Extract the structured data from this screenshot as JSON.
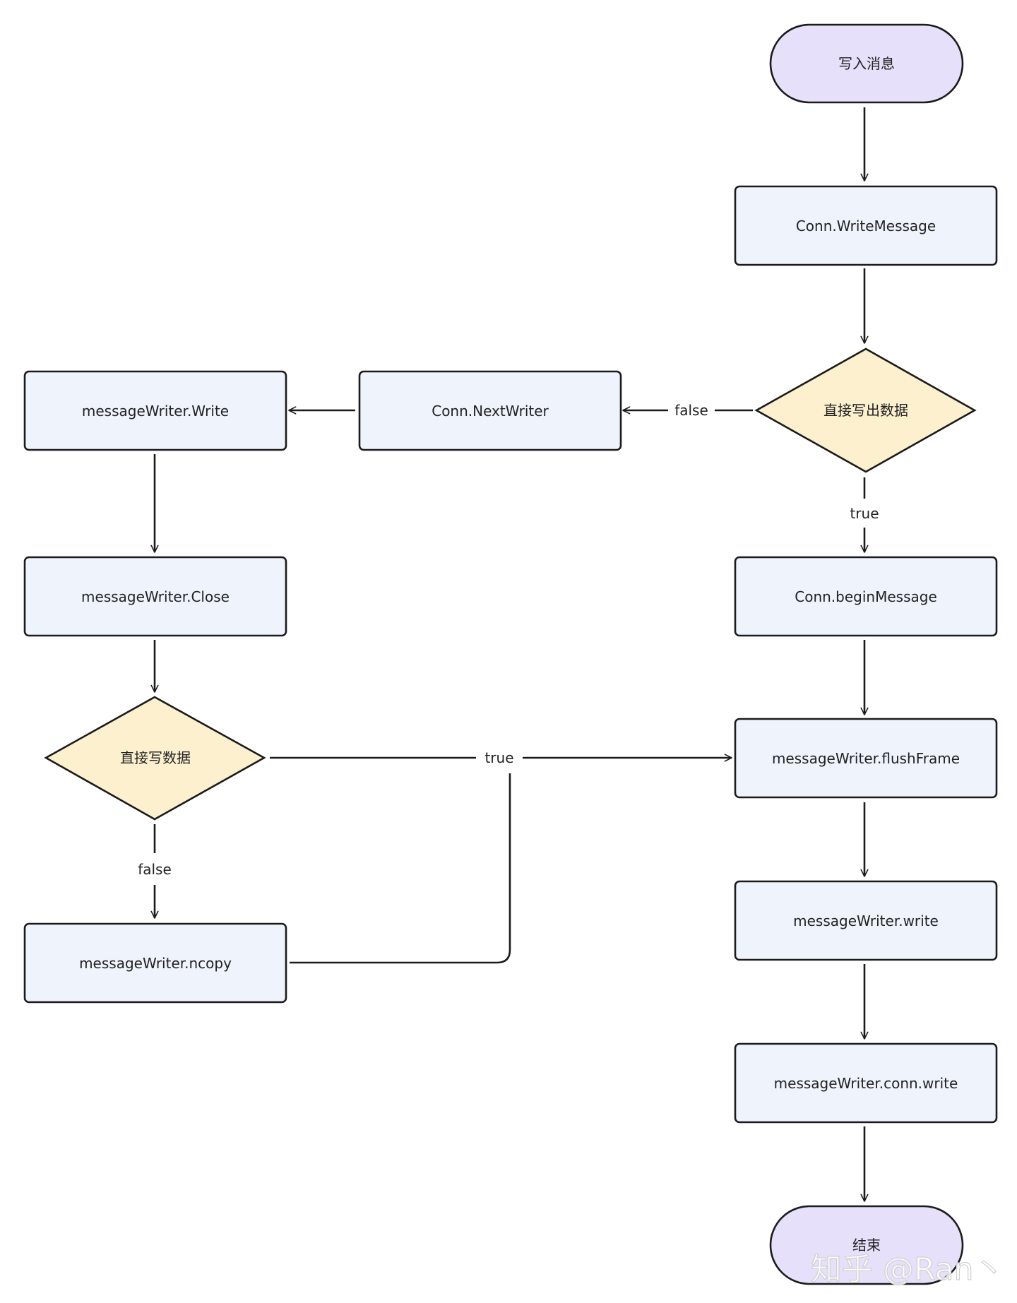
{
  "diagram": {
    "nodes": {
      "start": {
        "label": "写入消息",
        "shape": "terminal"
      },
      "write_message": {
        "label": "Conn.WriteMessage",
        "shape": "process"
      },
      "direct_out": {
        "label": "直接写出数据",
        "shape": "decision"
      },
      "next_writer": {
        "label": "Conn.NextWriter",
        "shape": "process"
      },
      "mw_write_upper": {
        "label": "messageWriter.Write",
        "shape": "process"
      },
      "mw_close": {
        "label": "messageWriter.Close",
        "shape": "process"
      },
      "direct_write": {
        "label": "直接写数据",
        "shape": "decision"
      },
      "mw_ncopy": {
        "label": "messageWriter.ncopy",
        "shape": "process"
      },
      "begin_message": {
        "label": "Conn.beginMessage",
        "shape": "process"
      },
      "flush_frame": {
        "label": "messageWriter.flushFrame",
        "shape": "process"
      },
      "mw_write_lower": {
        "label": "messageWriter.write",
        "shape": "process"
      },
      "conn_write": {
        "label": "messageWriter.conn.write",
        "shape": "process"
      },
      "end": {
        "label": "结束",
        "shape": "terminal"
      }
    },
    "edges": {
      "start_to_writemessage": {
        "label": ""
      },
      "writemessage_to_decision": {
        "label": ""
      },
      "decision_false_to_nextwriter": {
        "label": "false"
      },
      "nextwriter_to_write": {
        "label": ""
      },
      "write_to_close": {
        "label": ""
      },
      "close_to_direct": {
        "label": ""
      },
      "direct_true_to_flush": {
        "label": "true"
      },
      "direct_false_to_ncopy": {
        "label": "false"
      },
      "ncopy_to_flush": {
        "label": ""
      },
      "decision_true_to_begin": {
        "label": "true"
      },
      "begin_to_flush": {
        "label": ""
      },
      "flush_to_write": {
        "label": ""
      },
      "write_to_connwrite": {
        "label": ""
      },
      "connwrite_to_end": {
        "label": ""
      }
    },
    "colors": {
      "terminal_fill": "#e6e0fa",
      "process_fill": "#eef3fc",
      "decision_fill": "#fcf0cf",
      "stroke": "#1b1b1b",
      "background": "#ffffff"
    }
  },
  "watermark": {
    "text": "知乎 @Ran丶"
  }
}
